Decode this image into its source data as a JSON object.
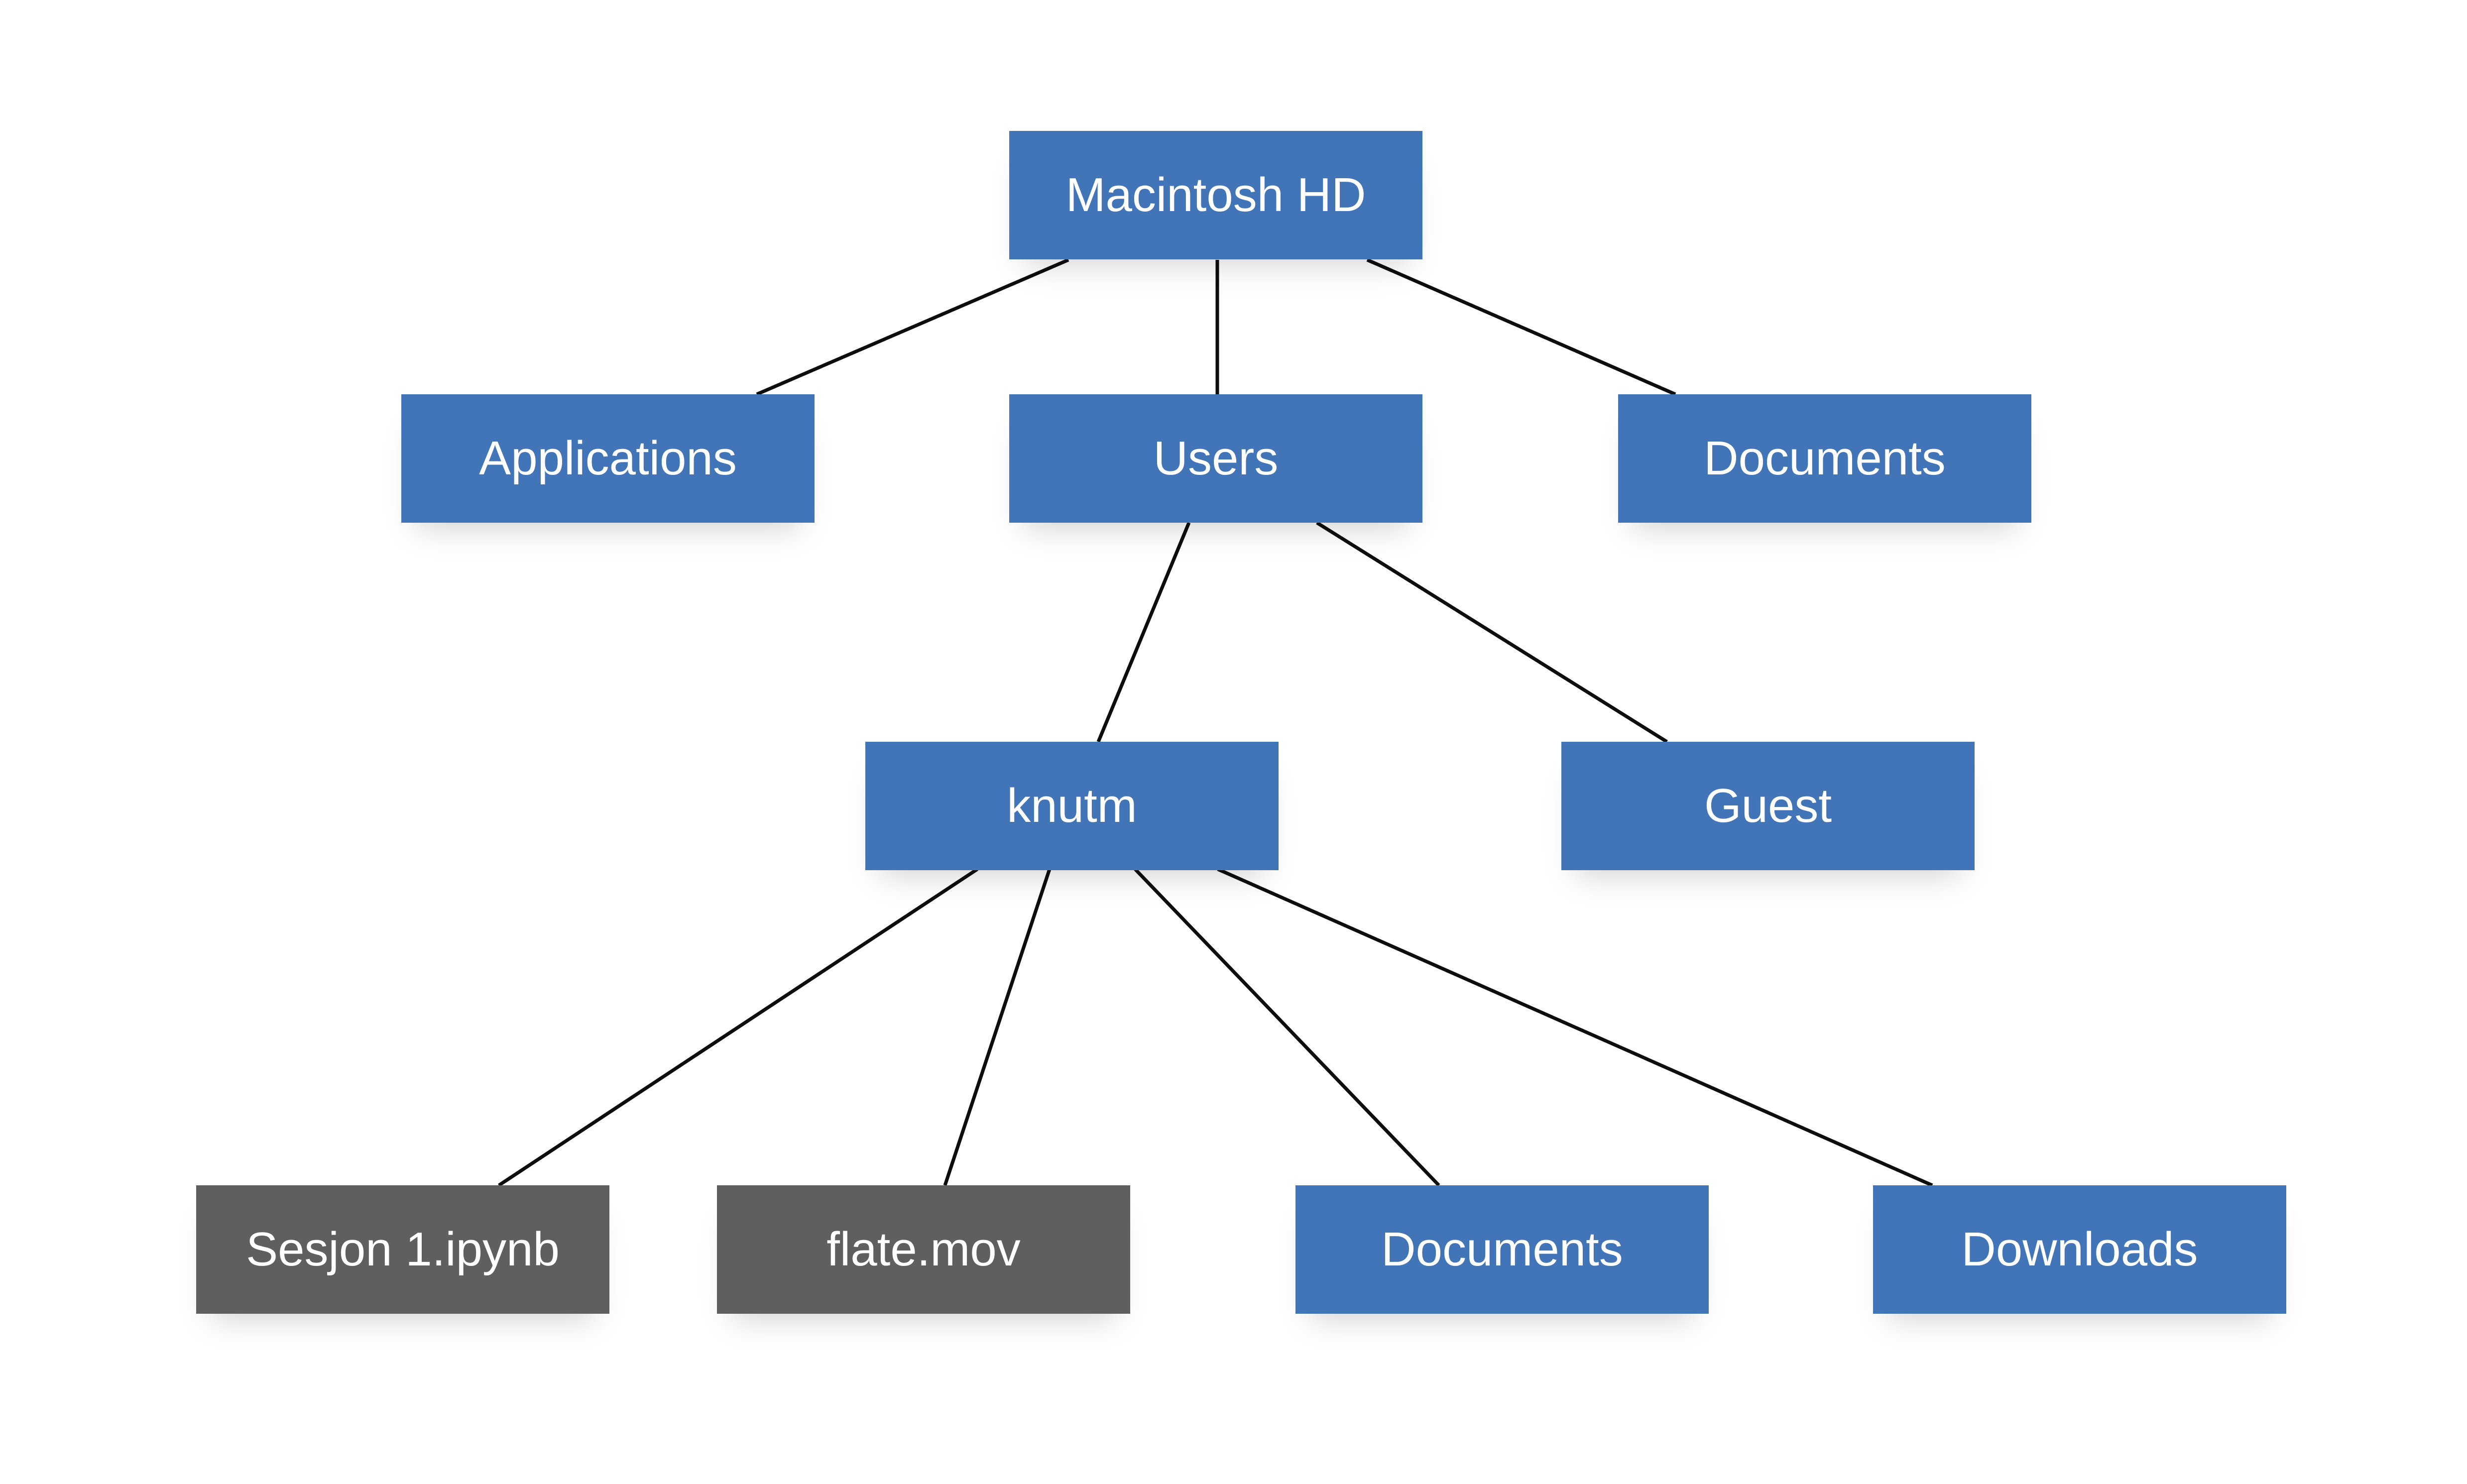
{
  "nodes": {
    "root": {
      "label": "Macintosh HD",
      "kind": "folder"
    },
    "applications": {
      "label": "Applications",
      "kind": "folder"
    },
    "users": {
      "label": "Users",
      "kind": "folder"
    },
    "documents_top": {
      "label": "Documents",
      "kind": "folder"
    },
    "knutm": {
      "label": "knutm",
      "kind": "folder"
    },
    "guest": {
      "label": "Guest",
      "kind": "folder"
    },
    "sesjon": {
      "label": "Sesjon 1.ipynb",
      "kind": "file"
    },
    "flate": {
      "label": "flate.mov",
      "kind": "file"
    },
    "documents_user": {
      "label": "Documents",
      "kind": "folder"
    },
    "downloads": {
      "label": "Downloads",
      "kind": "folder"
    }
  },
  "edges": [
    {
      "from": "root",
      "to": "applications"
    },
    {
      "from": "root",
      "to": "users"
    },
    {
      "from": "root",
      "to": "documents_top"
    },
    {
      "from": "users",
      "to": "knutm"
    },
    {
      "from": "users",
      "to": "guest"
    },
    {
      "from": "knutm",
      "to": "sesjon"
    },
    {
      "from": "knutm",
      "to": "flate"
    },
    {
      "from": "knutm",
      "to": "documents_user"
    },
    {
      "from": "knutm",
      "to": "downloads"
    }
  ],
  "colors": {
    "folder": "#4274b8",
    "file": "#5f5f5f",
    "text": "#ffffff",
    "edge": "#0d0d0d",
    "background": "#ffffff"
  }
}
